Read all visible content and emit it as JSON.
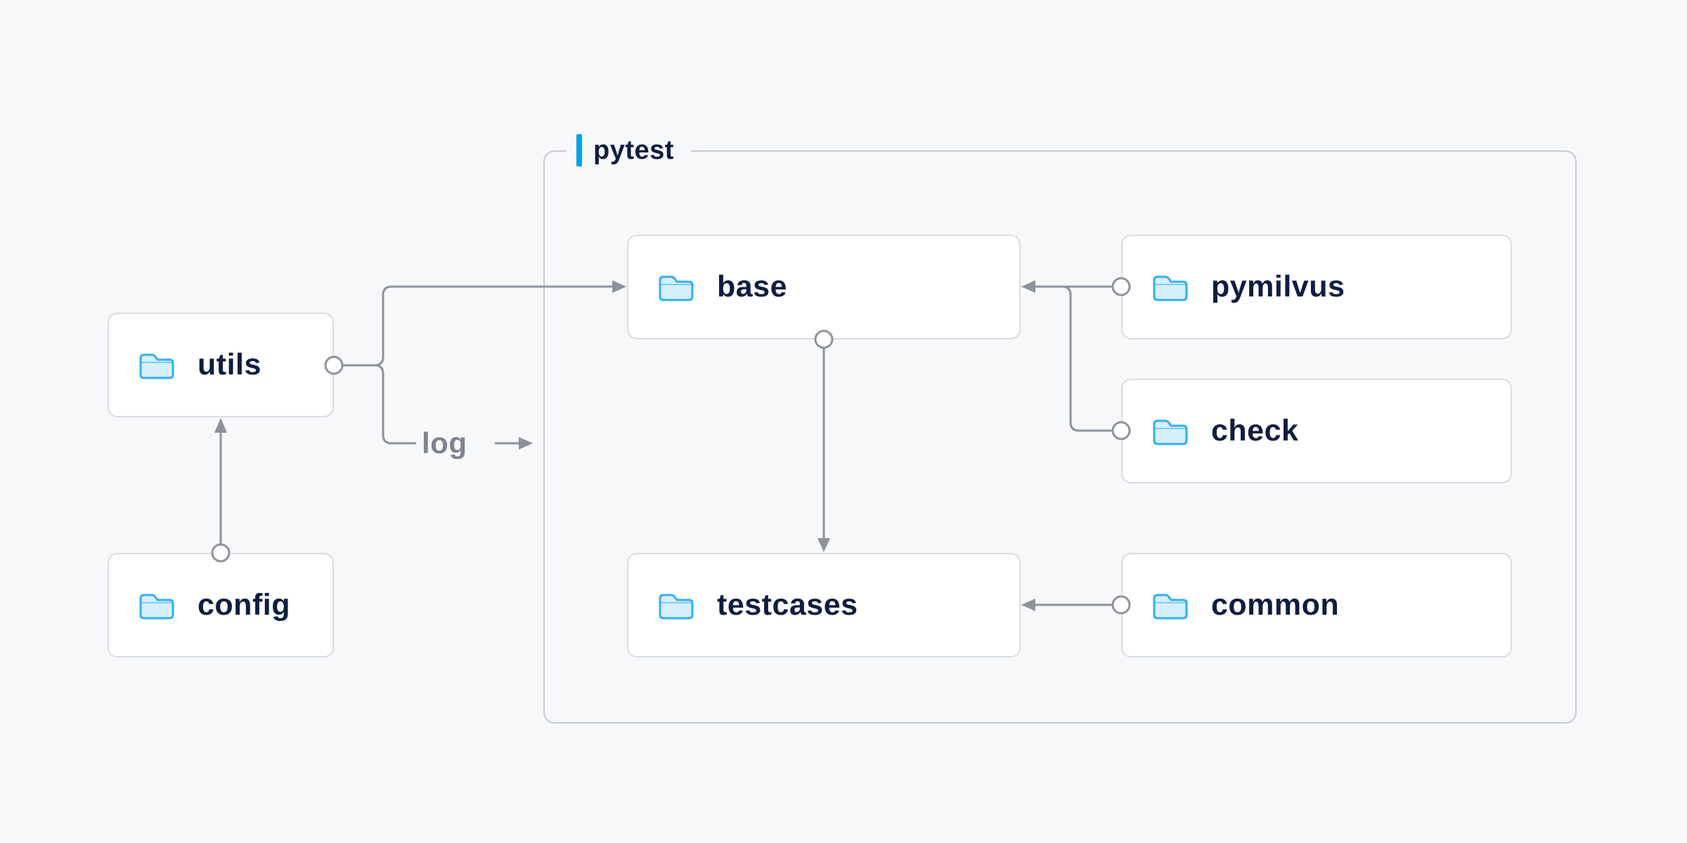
{
  "diagram": {
    "group_label": "pytest",
    "nodes": {
      "utils": "utils",
      "config": "config",
      "base": "base",
      "pymilvus": "pymilvus",
      "check": "check",
      "testcases": "testcases",
      "common": "common"
    },
    "edge_label_log": "log",
    "edges": [
      "config -> utils",
      "utils -> base",
      "utils -> log (into pytest group)",
      "pymilvus -> base",
      "check -> base",
      "base -> testcases",
      "common -> testcases"
    ],
    "colors": {
      "background": "#f7f8fa",
      "node_background": "#ffffff",
      "node_border": "#d9dce2",
      "group_border": "#c6cad2",
      "accent_bar": "#00a3e6",
      "folder_blue": "#33aef2",
      "folder_fill": "#d6effd",
      "text_navy": "#0d1e3f",
      "line_gray": "#8d929c",
      "log_label_gray": "#7c8492"
    }
  }
}
